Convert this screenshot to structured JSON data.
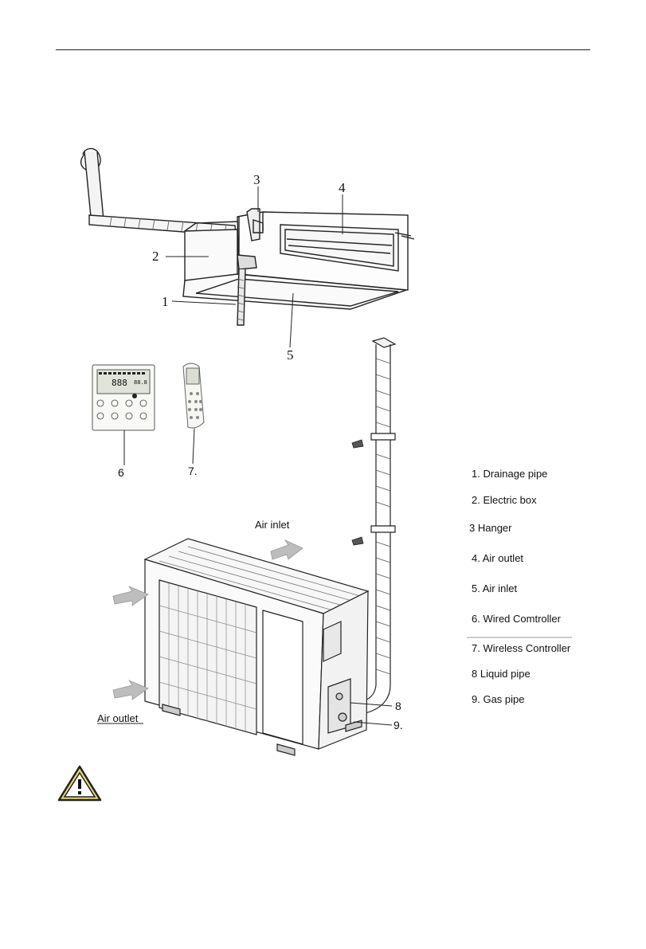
{
  "callouts": {
    "n1": "1",
    "n2": "2",
    "n3": "3",
    "n4": "4",
    "n5": "5",
    "n6": "6",
    "n7": "7.",
    "n8": "8",
    "n9": "9."
  },
  "labels": {
    "air_inlet": "Air inlet",
    "air_outlet": "Air outlet"
  },
  "legend": [
    "1. Drainage pipe",
    "2. Electric box",
    "3 Hanger",
    "4. Air outlet",
    "5. Air inlet",
    "6. Wired Comtroller",
    "7. Wireless Controller",
    "8  Liquid pipe",
    "9. Gas pipe"
  ],
  "wired_controller": {
    "display": "888",
    "display_right": "88.8"
  },
  "icons": {
    "warning": "warning-triangle-icon"
  }
}
